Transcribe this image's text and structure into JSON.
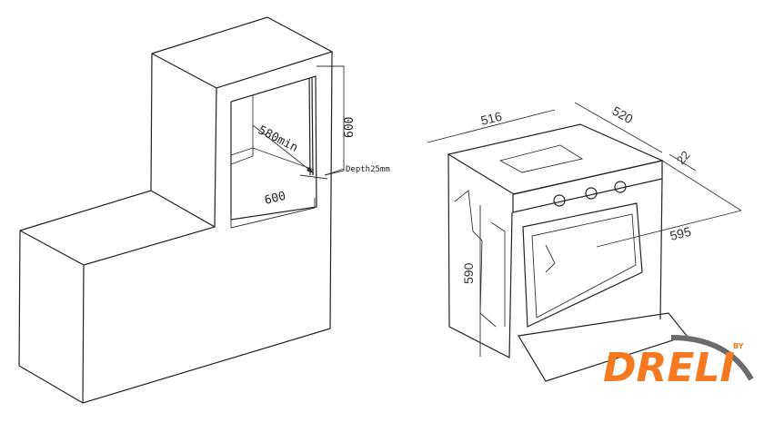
{
  "niche_diagram": {
    "labels": {
      "depth_min": "580min",
      "height": "600",
      "width": "600",
      "depth_gap": "Depth25mm"
    }
  },
  "oven_diagram": {
    "labels": {
      "width": "516",
      "depth": "520",
      "front_panel": "22",
      "overall_width": "595",
      "height": "590"
    }
  },
  "logo": {
    "brand": "DRELI",
    "prefix": "BY",
    "colors": {
      "primary": "#f47920",
      "swoosh": "#6b6b6b"
    }
  }
}
